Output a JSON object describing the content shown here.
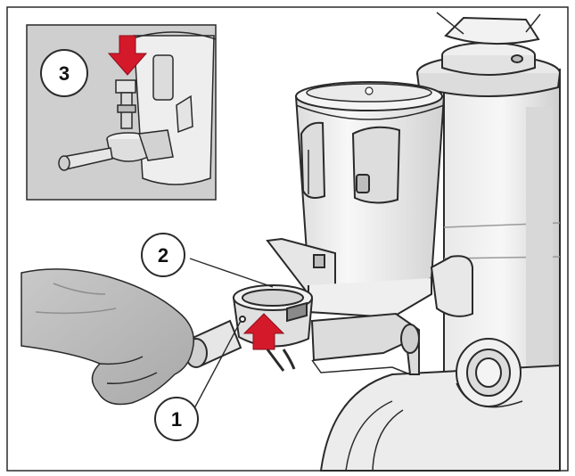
{
  "callouts": {
    "one": "1",
    "two": "2",
    "three": "3"
  },
  "colors": {
    "arrow": "#d4192b",
    "outline": "#2a2a2a",
    "inset_bg": "#cfcfcf",
    "machine_light": "#f0f0f0",
    "machine_shade": "#d6d6d6",
    "hand": "#bdbdbd"
  },
  "icons": {
    "arrow_up": "up-arrow-icon",
    "arrow_down": "down-arrow-icon"
  }
}
